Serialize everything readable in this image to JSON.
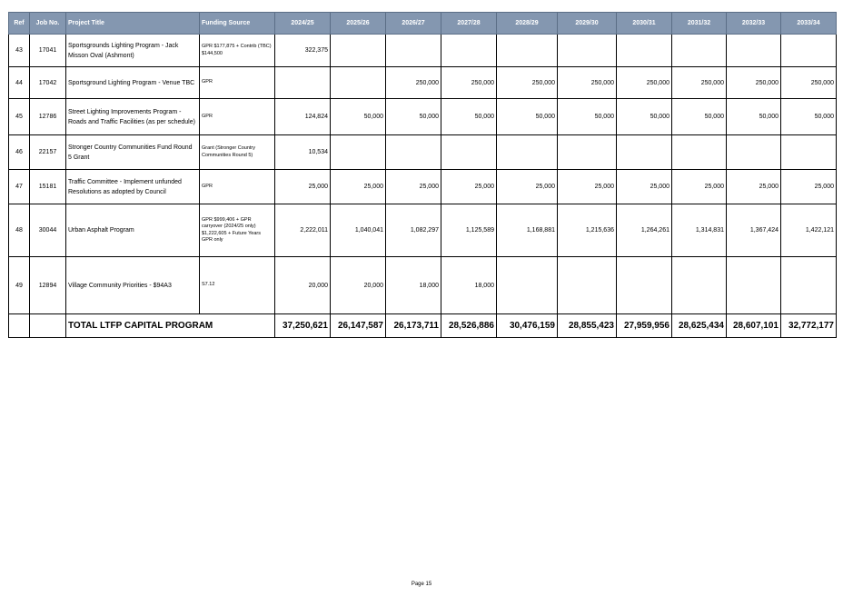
{
  "table": {
    "headers": [
      "Ref",
      "Job No.",
      "Project Title",
      "Funding Source",
      "2024/25",
      "2025/26",
      "2026/27",
      "2027/28",
      "2028/29",
      "2029/30",
      "2030/31",
      "2031/32",
      "2032/33",
      "2033/34"
    ],
    "rows": [
      {
        "ref": "43",
        "job": "17041",
        "title": "Sportsgrounds Lighting Program - Jack Misson Oval (Ashmont)",
        "funding": "GPR $177,875 + Contrib (TBC) $144,500",
        "values": [
          "322,375",
          "",
          "",
          "",
          "",
          "",
          "",
          "",
          "",
          ""
        ]
      },
      {
        "ref": "44",
        "job": "17042",
        "title": "Sportsground Lighting Program - Venue TBC",
        "funding": "GPR",
        "values": [
          "",
          "",
          "250,000",
          "250,000",
          "250,000",
          "250,000",
          "250,000",
          "250,000",
          "250,000",
          "250,000"
        ]
      },
      {
        "ref": "45",
        "job": "12786",
        "title": "Street Lighting Improvements Program - Roads and Traffic Facilities (as per schedule)",
        "funding": "GPR",
        "values": [
          "124,824",
          "50,000",
          "50,000",
          "50,000",
          "50,000",
          "50,000",
          "50,000",
          "50,000",
          "50,000",
          "50,000"
        ]
      },
      {
        "ref": "46",
        "job": "22157",
        "title": "Stronger Country Communities Fund Round 5 Grant",
        "funding": "Grant (Stronger Country Communities Round 5)",
        "values": [
          "10,534",
          "",
          "",
          "",
          "",
          "",
          "",
          "",
          "",
          ""
        ]
      },
      {
        "ref": "47",
        "job": "15181",
        "title": "Traffic Committee - Implement unfunded Resolutions as adopted by Council",
        "funding": "GPR",
        "values": [
          "25,000",
          "25,000",
          "25,000",
          "25,000",
          "25,000",
          "25,000",
          "25,000",
          "25,000",
          "25,000",
          "25,000"
        ]
      },
      {
        "ref": "48",
        "job": "30044",
        "title": "Urban Asphalt Program",
        "funding": "GPR $999,406 + GPR carryover (2024/25 only) $1,222,605 + Future Years GPR only",
        "values": [
          "2,222,011",
          "1,040,041",
          "1,082,297",
          "1,125,589",
          "1,168,881",
          "1,215,636",
          "1,264,261",
          "1,314,831",
          "1,367,424",
          "1,422,121"
        ]
      },
      {
        "ref": "49",
        "job": "12894",
        "title": "Village Community Priorities - $94A3",
        "funding": "S7.12",
        "values": [
          "20,000",
          "20,000",
          "18,000",
          "18,000",
          "",
          "",
          "",
          "",
          "",
          ""
        ]
      }
    ],
    "total": {
      "label": "TOTAL LTFP CAPITAL PROGRAM",
      "values": [
        "37,250,621",
        "26,147,587",
        "26,173,711",
        "28,526,886",
        "30,476,159",
        "28,855,423",
        "27,959,956",
        "28,625,434",
        "28,607,101",
        "32,772,177"
      ]
    }
  },
  "footer": {
    "page_label": "Page 15"
  },
  "colors": {
    "header_background": "#8497b0",
    "header_text": "#ffffff"
  }
}
